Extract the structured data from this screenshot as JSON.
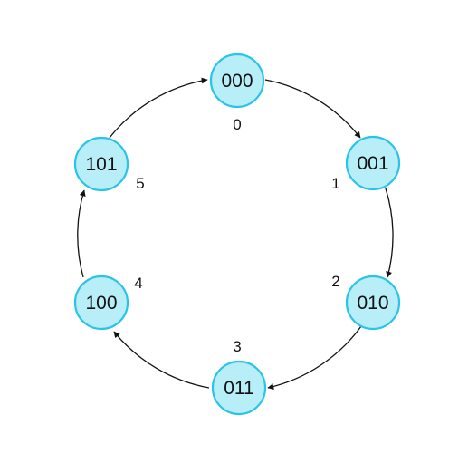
{
  "colors": {
    "state_fill": "#b7eef8",
    "state_stroke": "#29c4e8",
    "edge": "#111111"
  },
  "states": [
    {
      "code": "000",
      "index": "0"
    },
    {
      "code": "001",
      "index": "1"
    },
    {
      "code": "010",
      "index": "2"
    },
    {
      "code": "011",
      "index": "3"
    },
    {
      "code": "100",
      "index": "4"
    },
    {
      "code": "101",
      "index": "5"
    }
  ],
  "transitions": [
    {
      "from": "000",
      "to": "001"
    },
    {
      "from": "001",
      "to": "010"
    },
    {
      "from": "010",
      "to": "011"
    },
    {
      "from": "011",
      "to": "100"
    },
    {
      "from": "100",
      "to": "101"
    },
    {
      "from": "101",
      "to": "000"
    }
  ]
}
